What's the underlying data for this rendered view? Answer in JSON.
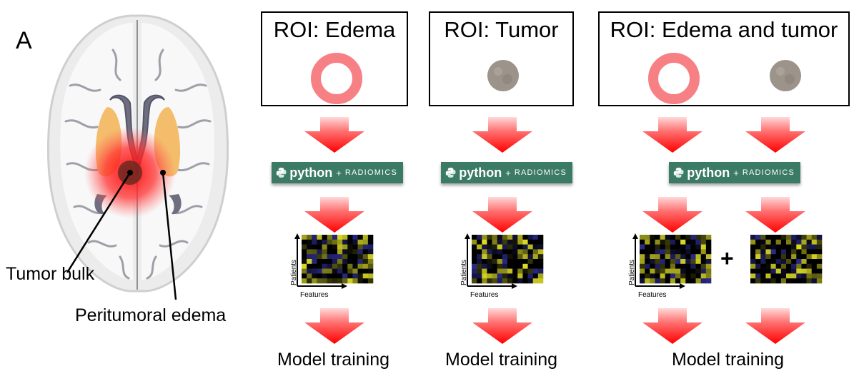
{
  "panel_letter": "A",
  "brain_labels": {
    "tumor_bulk": "Tumor bulk",
    "peritumoral_edema": "Peritumoral edema"
  },
  "roi_titles": [
    "ROI: Edema",
    "ROI: Tumor",
    "ROI: Edema and tumor"
  ],
  "tool": {
    "name": "python",
    "plus": "+",
    "suffix": "RADIOMICS"
  },
  "matrix_axes": {
    "y": "Patients",
    "x": "Features"
  },
  "combine_symbol": "+",
  "outputs": [
    "Model training",
    "Model training",
    "Model training"
  ],
  "colors": {
    "edema_ring": "#f78085",
    "tumor_disc": "#9c938a",
    "arrow_red": "#ff1a1a",
    "radiomics_bg": "#3b7b66",
    "heatmap_high": "#e8e82a",
    "heatmap_low": "#2b2b8a"
  }
}
